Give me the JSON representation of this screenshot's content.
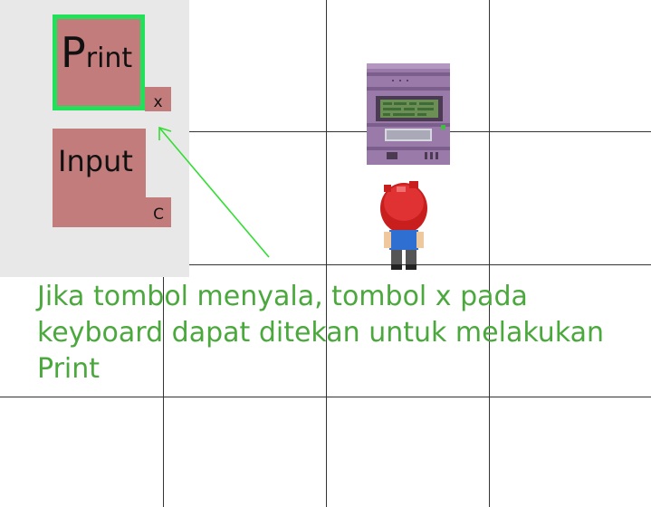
{
  "commands": {
    "print": {
      "label_first": "P",
      "label_rest": "rint",
      "key": "x",
      "active": true
    },
    "input": {
      "label": "Input",
      "key": "C",
      "active": false
    }
  },
  "hint": "Jika tombol menyala, tombol x pada keyboard dapat ditekan untuk melakukan Print",
  "colors": {
    "panel_bg": "#e8e8e8",
    "block_fill": "#c27c7c",
    "active_border": "#22e05a",
    "hint_text": "#4aa83c",
    "arrow": "#33dd33"
  },
  "sprites": {
    "computer": "computer-terminal-icon",
    "player": "player-character-icon"
  }
}
